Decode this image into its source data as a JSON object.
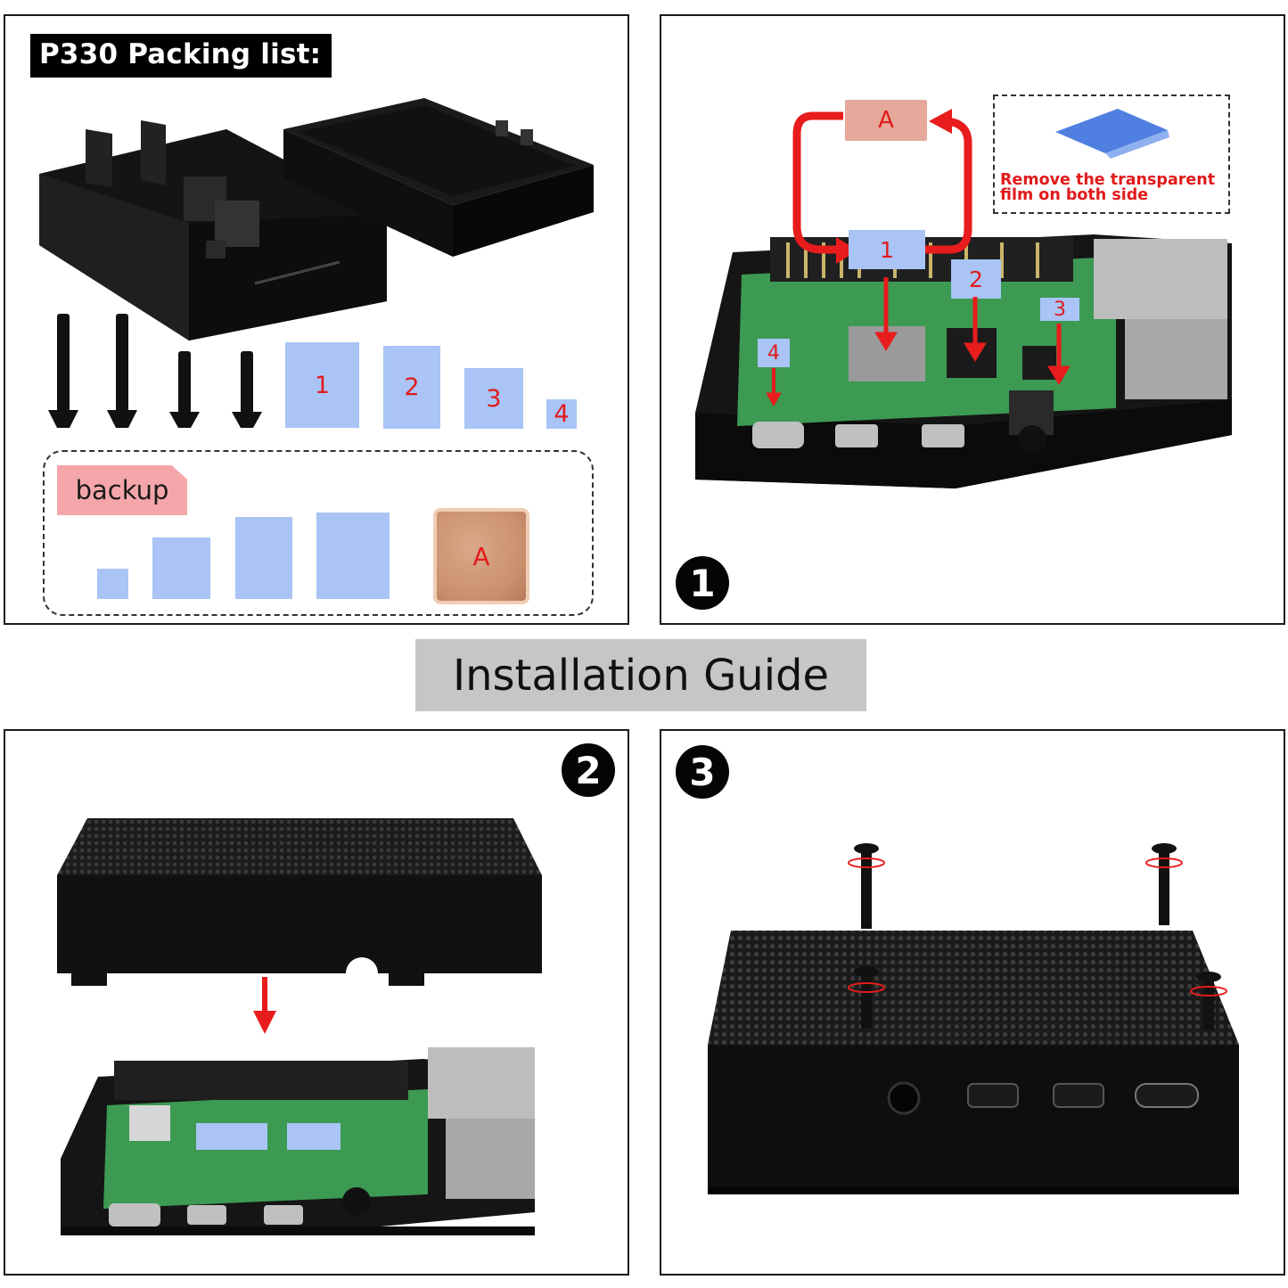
{
  "packing": {
    "title": "P330 Packing list:",
    "pads": [
      "1",
      "2",
      "3",
      "4"
    ],
    "backup_label": "backup",
    "copper_label": "A"
  },
  "step1": {
    "number": "1",
    "copper_label": "A",
    "pad_labels": [
      "1",
      "2",
      "3",
      "4"
    ],
    "note": [
      "Remove the transparent",
      "film on both side"
    ]
  },
  "guide_title": "Installation Guide",
  "step2": {
    "number": "2"
  },
  "step3": {
    "number": "3"
  },
  "colors": {
    "pad": "#a9c4f5",
    "accent_red": "#e01b1b",
    "backup_tag": "#f5a6aa",
    "copper": "#c98f6c"
  }
}
